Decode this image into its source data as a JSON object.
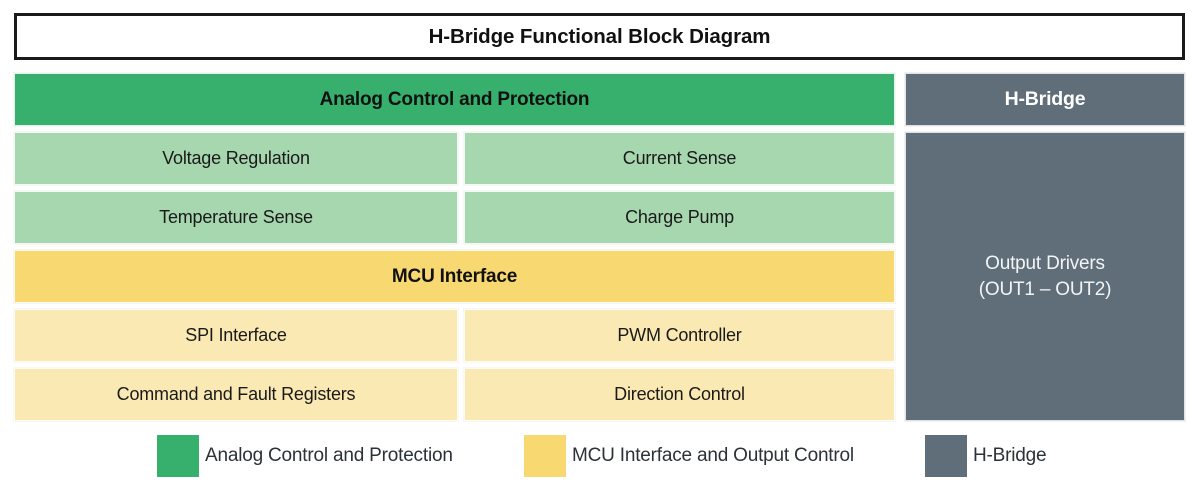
{
  "title": "H-Bridge Functional Block Diagram",
  "colors": {
    "analog_header": "#36b06c",
    "analog_sub": "#a6d7ae",
    "mcu_header": "#f8d971",
    "mcu_sub": "#fbe9b4",
    "hbridge": "#5f6e78",
    "border": "#1a1a1a"
  },
  "left_column": {
    "analog": {
      "header": "Analog Control and Protection",
      "rows": [
        {
          "left": "Voltage Regulation",
          "right": "Current Sense"
        },
        {
          "left": "Temperature Sense",
          "right": "Charge Pump"
        }
      ]
    },
    "mcu": {
      "header": "MCU Interface",
      "rows": [
        {
          "left": "SPI Interface",
          "right": "PWM Controller"
        },
        {
          "left": "Command and Fault Registers",
          "right": "Direction Control"
        }
      ]
    }
  },
  "right_column": {
    "header": "H-Bridge",
    "body_line1": "Output Drivers",
    "body_line2": "(OUT1 – OUT2)"
  },
  "legend": {
    "items": [
      {
        "label": "Analog Control and Protection",
        "color": "#36b06c"
      },
      {
        "label": "MCU Interface and Output Control",
        "color": "#f8d971"
      },
      {
        "label": "H-Bridge",
        "color": "#5f6e78"
      }
    ]
  }
}
